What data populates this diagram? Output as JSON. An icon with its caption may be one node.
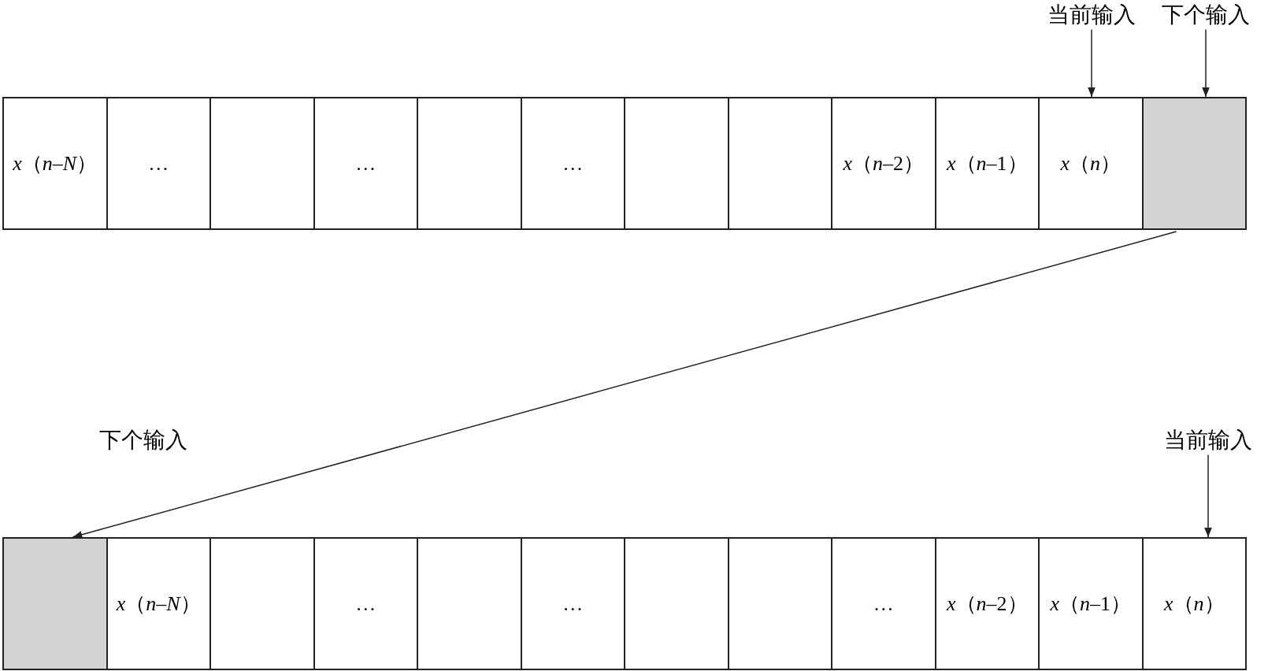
{
  "diagram": {
    "nodes": [
      {
        "text": [
          "当前输入"
        ]
      },
      {
        "text": [
          "下个输入"
        ]
      },
      {
        "text": [
          "*x*（*n*–*N*）"
        ]
      },
      {
        "text": [
          "…"
        ]
      },
      {
        "text": [],
        "shape": "box"
      },
      {
        "text": [
          "…"
        ]
      },
      {
        "text": [],
        "shape": "box"
      },
      {
        "text": [
          "…"
        ]
      },
      {
        "text": [],
        "shape": "box"
      },
      {
        "text": [],
        "shape": "box"
      },
      {
        "text": [
          "*x*（*n*–2）"
        ]
      },
      {
        "text": [
          "*x*（*n*–1）"
        ]
      },
      {
        "text": [
          "*x*（*n*）"
        ]
      },
      {
        "text": [],
        "shape": "box"
      },
      {
        "text": [
          "当前输入"
        ]
      },
      {
        "text": [],
        "shape": "box",
        "beside": [
          "下个输入"
        ]
      },
      {
        "text": [
          "*x*（*n*–*N*）"
        ]
      },
      {
        "text": [],
        "shape": "box"
      },
      {
        "text": [
          "…"
        ]
      },
      {
        "text": [],
        "shape": "box"
      },
      {
        "text": [
          "…"
        ]
      },
      {
        "text": [],
        "shape": "box"
      },
      {
        "text": [],
        "shape": "box"
      },
      {
        "text": [
          "…"
        ]
      },
      {
        "text": [
          "*x*（*n*–2）"
        ]
      },
      {
        "text": [
          "*x*（*n*–1）"
        ]
      },
      {
        "text": [
          "*x*（*n*）"
        ]
      }
    ],
    "edges": [
      {
        "from": 0,
        "to": 12,
        "arrow": "to"
      },
      {
        "from": 1,
        "to": 13,
        "arrow": "to"
      },
      {
        "from": 13,
        "to": 15,
        "arrow": "to"
      },
      {
        "from": 14,
        "to": 26,
        "arrow": "to"
      }
    ]
  }
}
